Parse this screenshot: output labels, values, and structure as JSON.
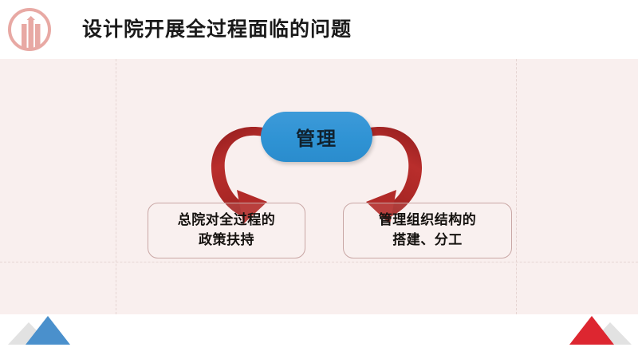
{
  "slide": {
    "header": {
      "title": "设计院开展全过程面临的问题",
      "logo_icon": "company-ring-logo-icon"
    },
    "colors": {
      "band_background": "#f9efee",
      "header_background": "#ffffff",
      "logo": "#e8a9a4",
      "pill_fill": "#2f93d4",
      "pill_text": "#10212e",
      "arrow": "#b22a28",
      "box_border": "#c9a7a5",
      "box_text": "#15120f",
      "triangle_blue": "#4a90cc",
      "triangle_red": "#dd2630",
      "triangle_gray": "#e2e2e2",
      "guide_line": "#e6d5d3"
    },
    "diagram": {
      "type": "hierarchy",
      "root": {
        "label": "管理",
        "shape": "pill"
      },
      "connectors": [
        {
          "name": "left-curved-arrow",
          "from": "管理",
          "to": "总院对全过程的政策扶持",
          "style": "curved-arrow"
        },
        {
          "name": "right-curved-arrow",
          "from": "管理",
          "to": "管理组织结构的搭建、分工",
          "style": "curved-arrow"
        }
      ],
      "children": [
        {
          "id": "left",
          "lines": [
            "总院对全过程的",
            "政策扶持"
          ]
        },
        {
          "id": "right",
          "lines": [
            "管理组织结构的",
            "搭建、分工"
          ]
        }
      ]
    },
    "decorations": [
      {
        "name": "bottom-left-triangle-gray",
        "color": "#e2e2e2"
      },
      {
        "name": "bottom-left-triangle-blue",
        "color": "#4a90cc"
      },
      {
        "name": "bottom-right-triangle-gray",
        "color": "#e2e2e2"
      },
      {
        "name": "bottom-right-triangle-red",
        "color": "#dd2630"
      }
    ]
  }
}
